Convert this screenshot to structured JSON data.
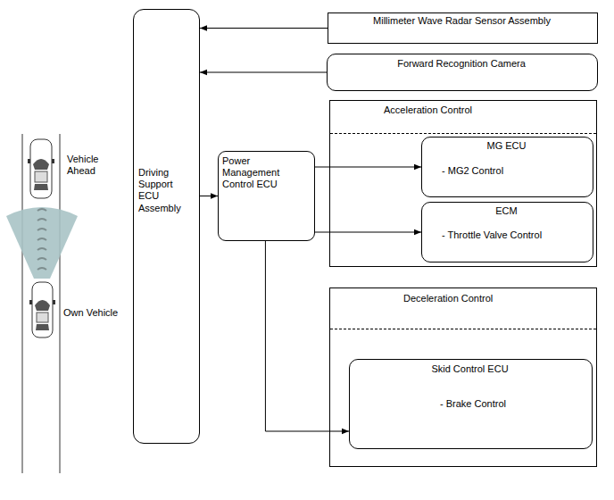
{
  "diagram": {
    "nodes": [
      {
        "text": [
          "Driving Support ECU Assembly"
        ]
      },
      {
        "text": [
          "Millimeter Wave Radar Sensor Assembly"
        ]
      },
      {
        "text": [
          "Forward Recognition Camera"
        ]
      },
      {
        "text": [
          "Power Management Control ECU"
        ]
      },
      {
        "text": [
          "Acceleration Control"
        ]
      },
      {
        "text": [
          "MG ECU",
          "- MG2 Control"
        ],
        "in": 4
      },
      {
        "text": [
          "ECM",
          "- Throttle Valve Control"
        ],
        "in": 4
      },
      {
        "text": [
          "Deceleration Control"
        ]
      },
      {
        "text": [
          "Skid Control ECU",
          "- Brake Control"
        ],
        "in": 7
      }
    ],
    "edges": [
      {
        "from": 1,
        "to": 0,
        "arrow": "to"
      },
      {
        "from": 2,
        "to": 0,
        "arrow": "to"
      },
      {
        "from": 0,
        "to": 3,
        "arrow": "to"
      },
      {
        "from": 3,
        "to": 5,
        "arrow": "to"
      },
      {
        "from": 3,
        "to": 6,
        "arrow": "to"
      },
      {
        "from": 3,
        "to": 8,
        "arrow": "to"
      }
    ],
    "labels": [
      "Vehicle Ahead",
      "Own Vehicle"
    ]
  }
}
